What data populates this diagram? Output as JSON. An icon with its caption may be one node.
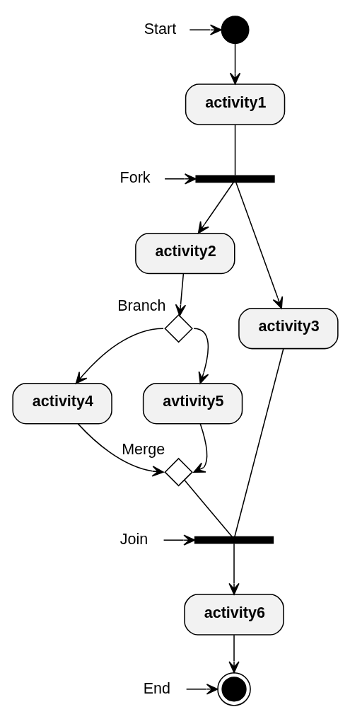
{
  "diagram": {
    "nodes": [
      {
        "text": [
          "Start"
        ]
      },
      {
        "text": [],
        "shape": "circle"
      },
      {
        "text": [
          "activity1"
        ]
      },
      {
        "text": [
          "Fork"
        ]
      },
      {
        "text": [],
        "shape": "bar"
      },
      {
        "text": [
          "activity2"
        ]
      },
      {
        "text": [
          "activity3"
        ]
      },
      {
        "text": [],
        "shape": "diamond",
        "beside": [
          "Branch"
        ]
      },
      {
        "text": [
          "activity4"
        ]
      },
      {
        "text": [
          "avtivity5"
        ]
      },
      {
        "text": [],
        "shape": "diamond",
        "beside": [
          "Merge"
        ]
      },
      {
        "text": [
          "Join"
        ]
      },
      {
        "text": [],
        "shape": "bar"
      },
      {
        "text": [
          "activity6"
        ]
      },
      {
        "text": [
          "End"
        ]
      },
      {
        "text": [],
        "shape": "circle"
      }
    ],
    "edges": [
      {
        "from": 0,
        "to": 1,
        "arrow": "to"
      },
      {
        "from": 1,
        "to": 2,
        "arrow": "to"
      },
      {
        "from": 2,
        "to": 4,
        "arrow": "none"
      },
      {
        "from": 3,
        "to": 4,
        "arrow": "to"
      },
      {
        "from": 4,
        "to": 5,
        "arrow": "to"
      },
      {
        "from": 4,
        "to": 6,
        "arrow": "to"
      },
      {
        "from": 5,
        "to": 7,
        "arrow": "to"
      },
      {
        "from": 7,
        "to": 8,
        "arrow": "to"
      },
      {
        "from": 7,
        "to": 9,
        "arrow": "to"
      },
      {
        "from": 8,
        "to": 10,
        "arrow": "to"
      },
      {
        "from": 9,
        "to": 10,
        "arrow": "to"
      },
      {
        "from": 10,
        "to": 12,
        "arrow": "none"
      },
      {
        "from": 6,
        "to": 12,
        "arrow": "none"
      },
      {
        "from": 11,
        "to": 12,
        "arrow": "to"
      },
      {
        "from": 12,
        "to": 13,
        "arrow": "to"
      },
      {
        "from": 13,
        "to": 15,
        "arrow": "to"
      },
      {
        "from": 14,
        "to": 15,
        "arrow": "to"
      }
    ]
  }
}
